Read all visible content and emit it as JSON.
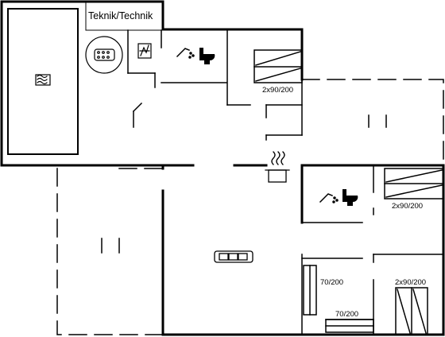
{
  "floorplan": {
    "rooms": {
      "technical_room": {
        "label": "Teknik/Technik"
      }
    },
    "beds": [
      {
        "id": "bed-1",
        "size": "2x90/200"
      },
      {
        "id": "bed-2",
        "size": "2x90/200"
      },
      {
        "id": "bed-3",
        "size": "2x90/200"
      },
      {
        "id": "bed-4",
        "size": "70/200"
      },
      {
        "id": "bed-5",
        "size": "70/200"
      }
    ],
    "icons": [
      "pool-icon",
      "whirlpool-icon",
      "sauna-icon",
      "shower-icon",
      "toilet-icon",
      "kitchen-pot-icon",
      "sofa-icon"
    ],
    "colors": {
      "line": "#000000",
      "background": "#ffffff"
    }
  }
}
